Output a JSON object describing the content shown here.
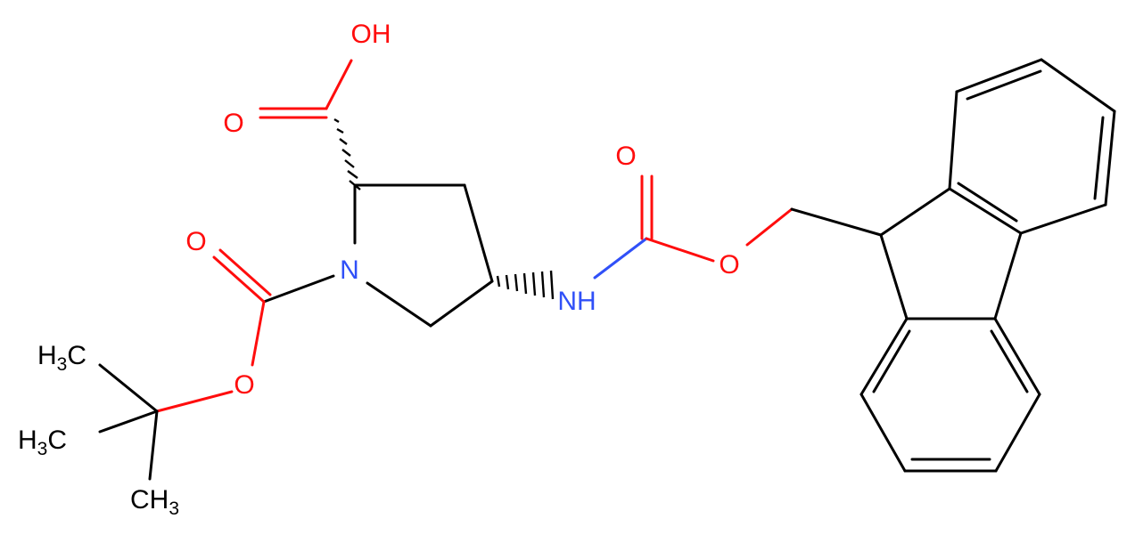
{
  "atoms": {
    "hydroxyl": "OH",
    "acid_carbonyl_o": "O",
    "boc_carbonyl_o": "O",
    "ring_n": "N",
    "boc_ester_o": "O",
    "amide_nh": "NH",
    "fmoc_carbonyl_o": "O",
    "fmoc_ester_o": "O",
    "methyl_1": {
      "main": "H",
      "sub": "3",
      "tail": "C"
    },
    "methyl_2": {
      "main": "H",
      "sub": "3",
      "tail": "C"
    },
    "methyl_3": {
      "main": "CH",
      "sub": "3"
    }
  },
  "colors": {
    "carbon_bond": "#000000",
    "oxygen": "#ff0d0d",
    "nitrogen": "#3050f8"
  }
}
